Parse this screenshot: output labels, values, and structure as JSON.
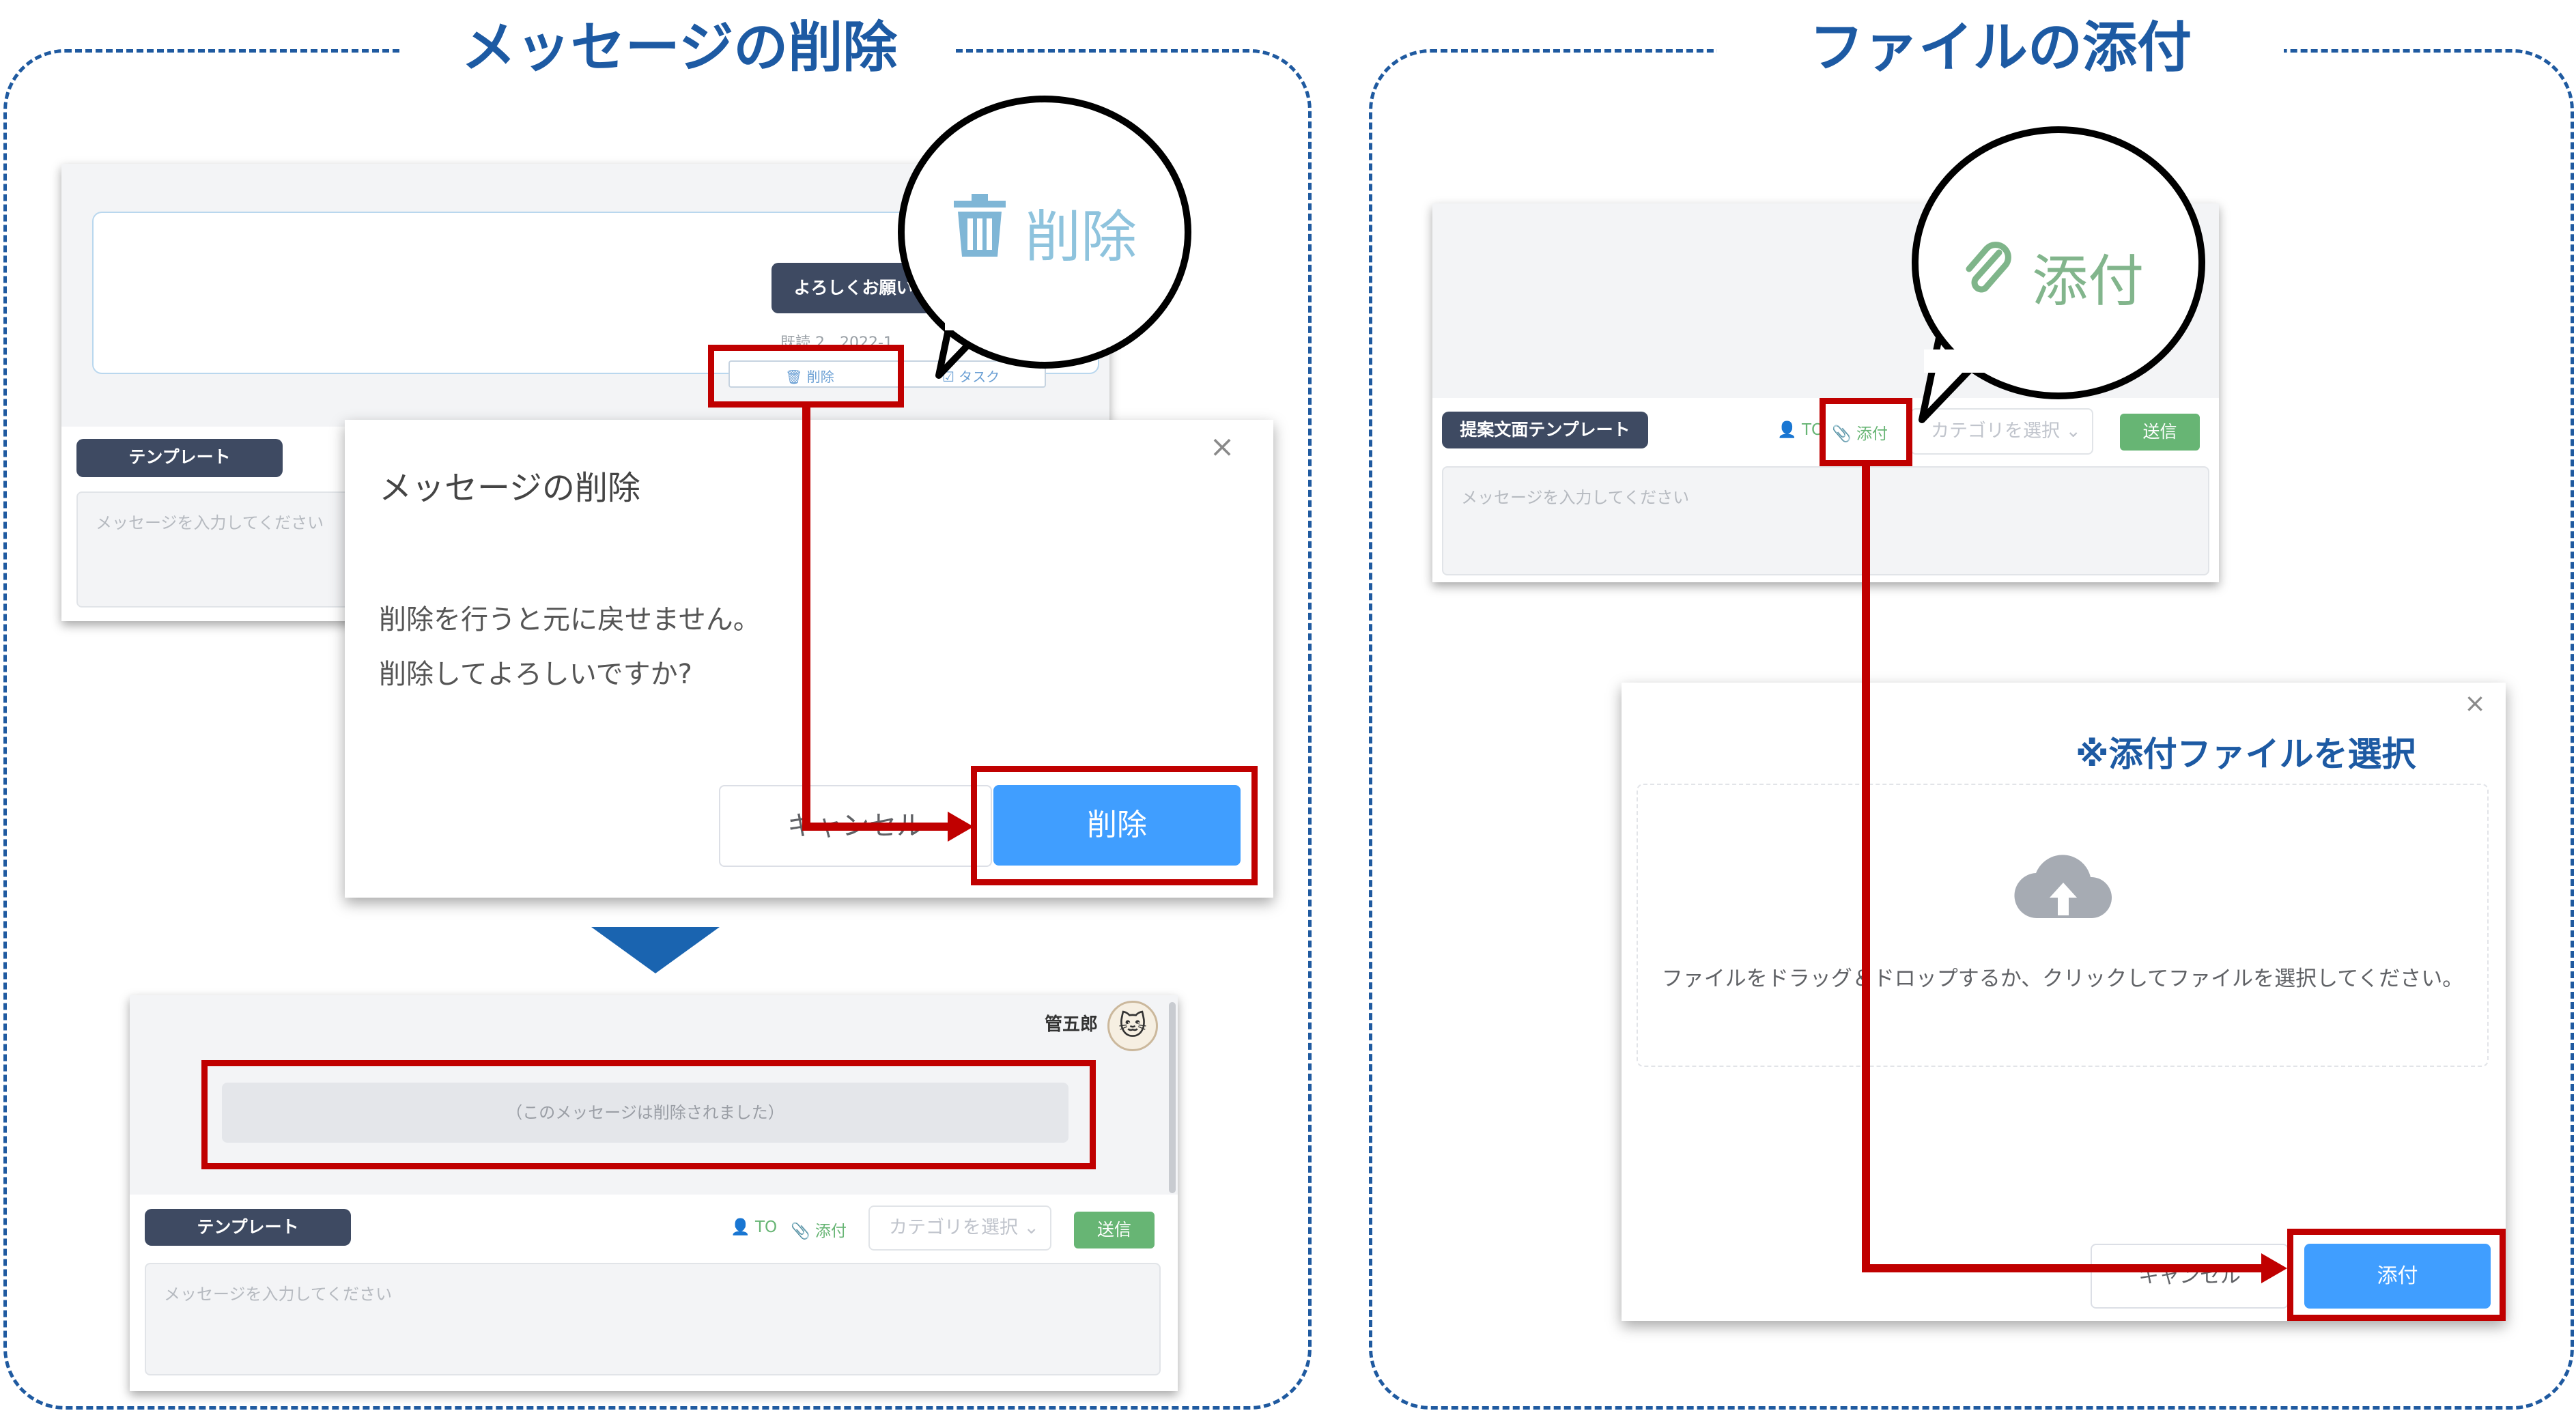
{
  "colors": {
    "frame": "#1f5aa0",
    "title": "#1d5aa3",
    "highlight": "#c00000",
    "primary_button": "#409eff",
    "send_button": "#67b574",
    "template_pill": "#3e4a62"
  },
  "left": {
    "title": "メッセージの削除",
    "top_shot": {
      "message_bubble": "よろしくお願い",
      "read_meta": "既読 2　2022-1",
      "delete_action": "削除",
      "task_action": "タスク",
      "template_button": "テンプレート",
      "message_placeholder": "メッセージを入力してください"
    },
    "zoom_bubble": {
      "icon": "trash-icon",
      "label": "削除"
    },
    "dialog": {
      "title": "メッセージの削除",
      "line1": "削除を行うと元に戻せません。",
      "line2": "削除してよろしいですか?",
      "cancel": "キャンセル",
      "confirm": "削除"
    },
    "bottom_shot": {
      "user_name": "管五郎",
      "deleted_notice": "（このメッセージは削除されました）",
      "template_button": "テンプレート",
      "to_label": "TO",
      "attach_label": "添付",
      "category_placeholder": "カテゴリを選択",
      "send_button": "送信",
      "message_placeholder": "メッセージを入力してください"
    }
  },
  "right": {
    "title": "ファイルの添付",
    "top_shot": {
      "template_button": "提案文面テンプレート",
      "to_label": "TO",
      "attach_label": "添付",
      "category_placeholder": "カテゴリを選択",
      "send_button": "送信",
      "message_placeholder": "メッセージを入力してください"
    },
    "zoom_bubble": {
      "icon": "paperclip-icon",
      "label": "添付"
    },
    "dialog": {
      "note": "※添付ファイルを選択",
      "drop_text": "ファイルをドラッグ＆ドロップするか、クリックしてファイルを選択してください。",
      "cancel": "キャンセル",
      "confirm": "添付"
    }
  }
}
